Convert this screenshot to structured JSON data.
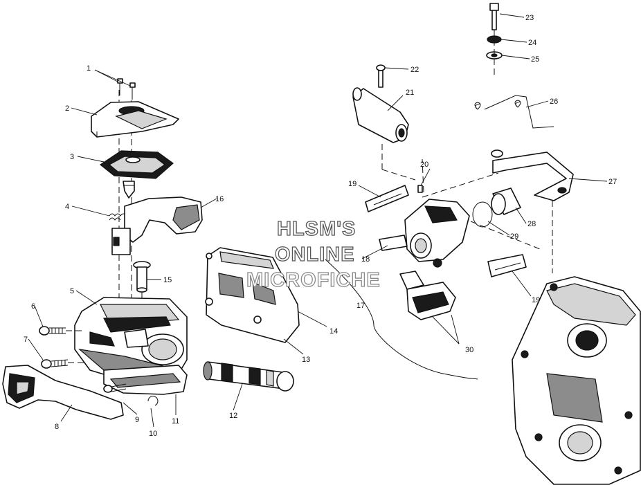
{
  "watermark": {
    "line1": "HLSM'S",
    "line2": "ONLINE",
    "line3": "MICROFICHE",
    "color": "#8a8a8a"
  },
  "callouts": [
    "1",
    "2",
    "3",
    "4",
    "5",
    "6",
    "7",
    "8",
    "9",
    "10",
    "11",
    "12",
    "13",
    "14",
    "15",
    "16",
    "17",
    "18",
    "19",
    "19",
    "20",
    "21",
    "22",
    "23",
    "24",
    "25",
    "26",
    "27",
    "28",
    "29",
    "30"
  ],
  "colors": {
    "line": "#111111",
    "background": "#ffffff",
    "shade": "#8c8c8c"
  }
}
